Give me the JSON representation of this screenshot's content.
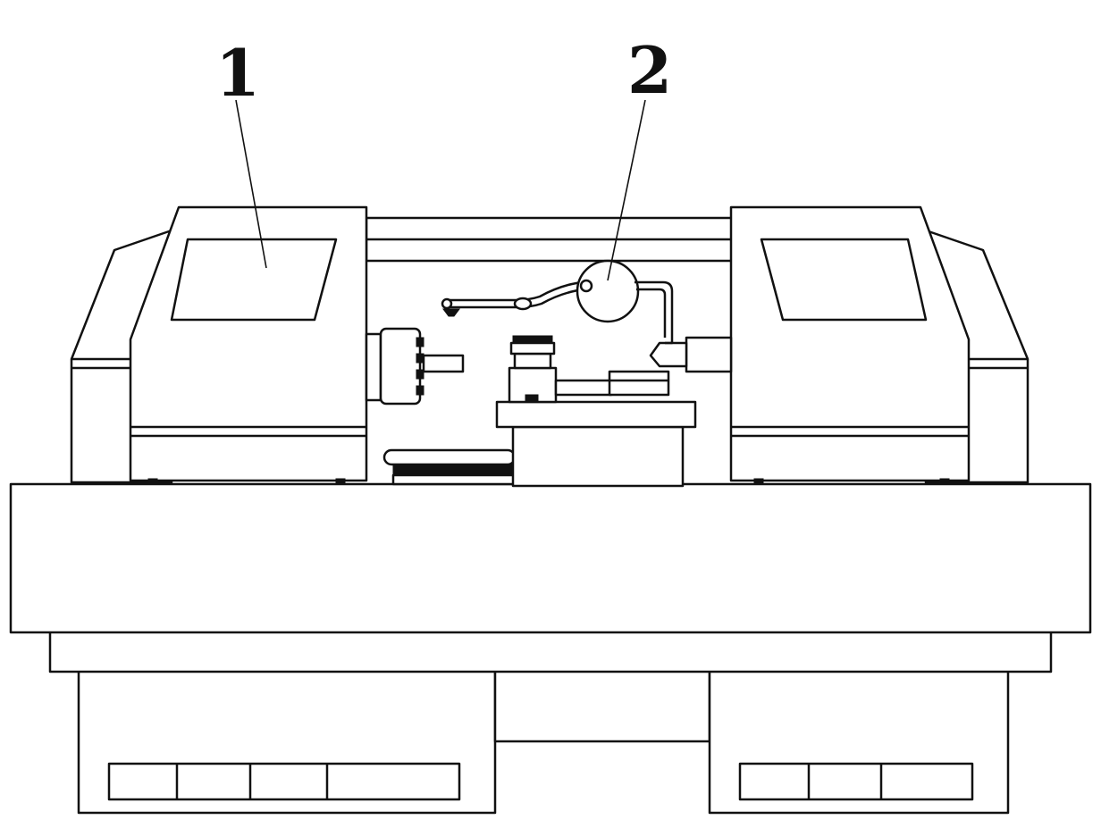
{
  "diagram": {
    "callouts": [
      {
        "id": "1",
        "label": "1"
      },
      {
        "id": "2",
        "label": "2"
      }
    ],
    "colors": {
      "line": "#111111",
      "paper": "#ffffff"
    }
  }
}
